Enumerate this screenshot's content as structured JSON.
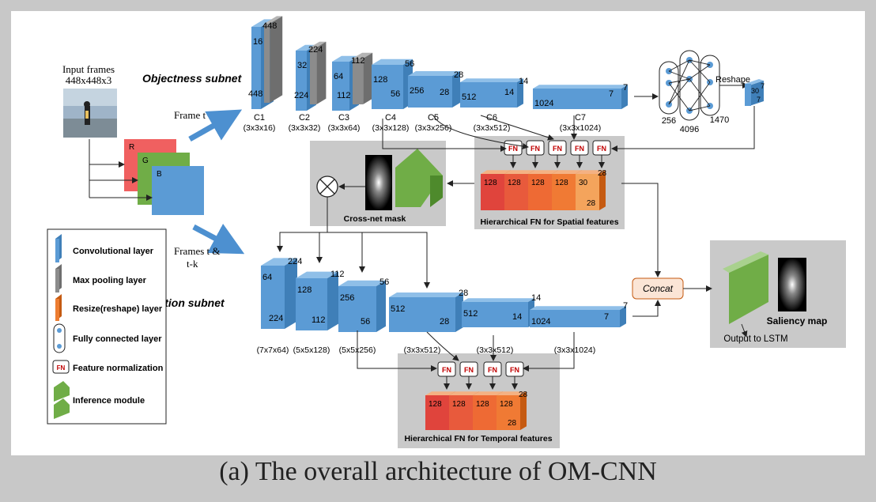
{
  "input": {
    "title": "Input frames",
    "size": "448x448x3"
  },
  "channels": {
    "r": "R",
    "g": "G",
    "b": "B"
  },
  "arrows": {
    "frame_t": "Frame t",
    "frames_tk_1": "Frames t &",
    "frames_tk_2": "t-k"
  },
  "subnets": {
    "objectness": "Objectness subnet",
    "motion": "Motion subnet"
  },
  "legend": {
    "conv": "Convolutional layer",
    "pool": "Max pooling layer",
    "resize": "Resize(reshape) layer",
    "fc": "Fully connected layer",
    "fn": "Feature normalization",
    "inference": "Inference module"
  },
  "fn_label": "FN",
  "obj_layers": [
    {
      "a": "16",
      "b": "448",
      "c": "448",
      "name": "C",
      "sup": "1",
      "kern": "(3x3x16)"
    },
    {
      "a": "32",
      "b": "224",
      "c": "224",
      "name": "C",
      "sup": "2",
      "kern": "(3x3x32)"
    },
    {
      "a": "64",
      "b": "112",
      "c": "112",
      "name": "C",
      "sup": "3",
      "kern": "(3x3x64)"
    },
    {
      "a": "128",
      "b": "56",
      "c": "56",
      "name": "C",
      "sup": "4",
      "kern": "(3x3x128)"
    },
    {
      "a": "256",
      "b": "28",
      "c": "28",
      "name": "C",
      "sup": "5",
      "kern": "(3x3x256)"
    },
    {
      "a": "512",
      "b": "14",
      "c": "14",
      "name": "C",
      "sup": "6",
      "kern": "(3x3x512)"
    },
    {
      "a": "1024",
      "b": "7",
      "c": "7",
      "name": "C",
      "sup": "7",
      "kern": "(3x3x1024)"
    }
  ],
  "obj_fc": {
    "n1": "256",
    "n2": "4096",
    "n3": "1470",
    "reshape": "Reshape",
    "r1": "30",
    "r2": "7",
    "r3": "7"
  },
  "mot_layers": [
    {
      "a": "64",
      "b": "224",
      "c": "224",
      "kern": "(7x7x64)"
    },
    {
      "a": "128",
      "b": "112",
      "c": "112",
      "kern": "(5x5x128)"
    },
    {
      "a": "256",
      "b": "56",
      "c": "56",
      "kern": "(5x5x256)"
    },
    {
      "a": "512",
      "b": "28",
      "c": "28",
      "kern": "(3x3x512)"
    },
    {
      "a": "512",
      "b": "14",
      "c": "14",
      "kern": "(3x3x512)"
    },
    {
      "a": "1024",
      "b": "7",
      "c": "7",
      "kern": "(3x3x1024)"
    }
  ],
  "spatial_feats": [
    "128",
    "128",
    "128",
    "128",
    "30"
  ],
  "spatial_extra": {
    "top": "28",
    "bottom": "28"
  },
  "spatial_title": "Hierarchical FN for Spatial features",
  "temporal_feats": [
    "128",
    "128",
    "128",
    "128"
  ],
  "temporal_extra": {
    "top": "28",
    "bottom": "28"
  },
  "temporal_title": "Hierarchical FN for Temporal features",
  "crossnet": "Cross-net mask",
  "concat": "Concat",
  "saliency": "Saliency map",
  "output": "Output to LSTM",
  "caption": "(a)  The overall architecture of OM-CNN",
  "colors": {
    "conv": "#5b9bd5",
    "conv_dark": "#3f7fb8",
    "conv_top": "#8fbfe8",
    "pool": "#8c8c8c",
    "green": "#70ad47",
    "red_ch": "#f06060",
    "grey_box": "#c9c9c9"
  }
}
